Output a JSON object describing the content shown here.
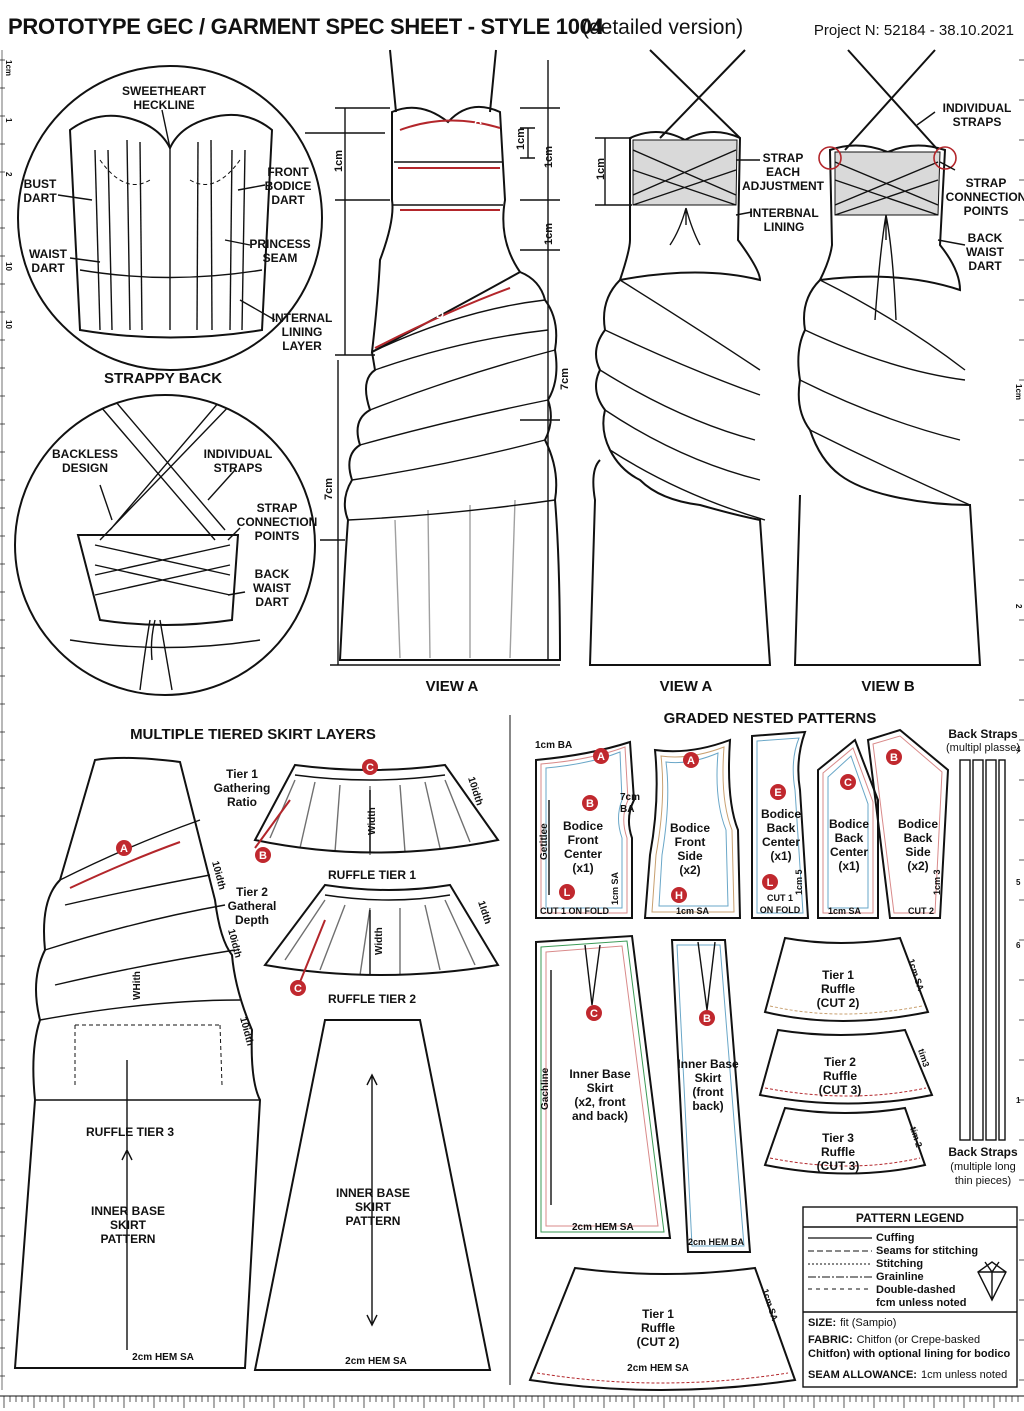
{
  "header": {
    "title_main": "PROTOTYPE GEC / GARMENT SPEC SHEET - STYLE 1004",
    "title_sub": "(detailed version)",
    "project": "Project N: 52184 - 38.10.2021"
  },
  "bodice_detail": {
    "sweetheart": [
      "SWEETHEART",
      "HECKLINE"
    ],
    "bust_dart": [
      "BUST",
      "DART"
    ],
    "front_bodice_dart": [
      "FRONT",
      "BODICE",
      "DART"
    ],
    "waist_dart": [
      "WAIST",
      "DART"
    ],
    "princess_seam": [
      "PRINCESS",
      "SEAM"
    ],
    "internal_lining": [
      "INTERNAL",
      "LINING",
      "LAYER"
    ]
  },
  "strappy_back": {
    "title": "STRAPPY BACK",
    "backless": [
      "BACKLESS",
      "DESIGN"
    ],
    "individual_straps": [
      "INDIVIDUAL",
      "STRAPS"
    ],
    "strap_connection": [
      "STRAP",
      "CONNECTION",
      "POINTS"
    ],
    "back_waist_dart": [
      "BACK",
      "WAIST",
      "DART"
    ]
  },
  "view_a_front": {
    "label": "VIEW A",
    "markers": [
      "A",
      "B",
      "C",
      "D"
    ],
    "dims": [
      "1cm",
      "1cm",
      "1cm",
      "1cm",
      "7cm",
      "7cm"
    ]
  },
  "view_a_back": {
    "label": "VIEW A",
    "strap_adjust": [
      "STRAP",
      "EACH",
      "ADJUSTMENT"
    ],
    "lining": [
      "INTERBNAL",
      "LINING"
    ],
    "dim": "1cm"
  },
  "view_b": {
    "label": "VIEW B",
    "individual_straps": [
      "INDIVIDUAL",
      "STRAPS"
    ],
    "strap_connection": [
      "STRAP",
      "CONNECTION",
      "POINTS"
    ],
    "back_waist_dart": [
      "BACK",
      "WAIST",
      "DART"
    ]
  },
  "tiered": {
    "title": "MULTIPLE TIERED SKIRT LAYERS",
    "tier1_gathering": [
      "Tier 1",
      "Gathering",
      "Ratio"
    ],
    "tier2_gathered": [
      "Tier 2",
      "Gatheral",
      "Depth"
    ],
    "ruffle_tier1": "RUFFLE TIER 1",
    "ruffle_tier2": "RUFFLE TIER 2",
    "ruffle_tier3": "RUFFLE TIER 3",
    "inner_base_1": [
      "INNER BASE",
      "SKIRT",
      "PATTERN"
    ],
    "inner_base_2": [
      "INNER BASE",
      "SKIRT",
      "PATTERN"
    ],
    "hem1": "2cm HEM SA",
    "hem2": "2cm HEM SA",
    "width": "Width",
    "width_rot": "WHith",
    "width2": "Width",
    "ruffle_w1": "10idth",
    "ruffle_w2": "1Idth",
    "skirt_w1": "10idth",
    "skirt_w2": "10idth",
    "skirt_w3": "10idth"
  },
  "graded": {
    "title": "GRADED NESTED PATTERNS",
    "p1": {
      "name": [
        "Bodice",
        "Front",
        "Center",
        "(x1)"
      ],
      "tag_top": "1cm BA",
      "tag_side": [
        "7cm",
        "BA"
      ],
      "grain": "Getitlee",
      "sa": "1cm SA",
      "cut": "CUT 1 ON FOLD"
    },
    "p2": {
      "name": [
        "Bodice",
        "Front",
        "Side",
        "(x2)"
      ],
      "sa": "1cm SA"
    },
    "p3": {
      "name": [
        "Bodice",
        "Back",
        "Center",
        "(x1)"
      ],
      "cut": [
        "CUT 1",
        "ON FOLD"
      ],
      "side": "1cm 5"
    },
    "p4": {
      "name": [
        "Bodice",
        "Back",
        "Center",
        "(x1)"
      ],
      "sa": "1cm SA"
    },
    "p5": {
      "name": [
        "Bodice",
        "Back",
        "Side",
        "(x2)"
      ],
      "cut": "CUT 2",
      "side": "1cm 3"
    },
    "inner_skirt_1": {
      "name": [
        "Inner Base",
        "Skirt",
        "(x2, front",
        "and back)"
      ],
      "grain": "Gachline",
      "hem": "2cm HEM SA"
    },
    "inner_skirt_2": {
      "name": [
        "Inner Base",
        "Skirt",
        "(front",
        "back)"
      ],
      "hem": "2cm HEM BA"
    },
    "tier1_small": {
      "name": [
        "Tier 1",
        "Ruffle",
        "(CUT 2)"
      ],
      "sa": "1cm SA"
    },
    "tier2_small": {
      "name": [
        "Tier 2",
        "Ruffle",
        "(CUT 3)"
      ],
      "sa": "tim3"
    },
    "tier3_small": {
      "name": [
        "Tier 3",
        "Ruffle",
        "(CUT 3)"
      ],
      "sa": "tim 2"
    },
    "tier1_big": {
      "name": [
        "Tier 1",
        "Ruffle",
        "(CUT 2)"
      ],
      "sa": "1cm SA",
      "hem": "2cm HEM SA"
    },
    "markers": [
      "A",
      "B",
      "C",
      "E",
      "L",
      "H"
    ]
  },
  "back_straps": {
    "top": [
      "Back Straps",
      "(multipl plasse)"
    ],
    "bottom": [
      "Back Straps",
      "(multiple long",
      "thin pieces)"
    ]
  },
  "legend": {
    "title": "PATTERN LEGEND",
    "items": [
      "Cuffing",
      "Seams for stitching",
      "Stitching",
      "Grainline",
      "Double-dashed",
      "fcm unless noted"
    ],
    "size_label": "SIZE:",
    "size_value": "fit (Sampio)",
    "fabric_label": "FABRIC:",
    "fabric_value_1": "Chitfon (or Crepe-basked",
    "fabric_value_2": "Chitfon) with optional lining for bodico",
    "seam_label": "SEAM ALLOWANCE:",
    "seam_value": "1cm unless noted"
  },
  "ruler": {
    "left": [
      "1cm",
      "1",
      "2",
      "10",
      "10"
    ],
    "right": [
      "1cm",
      "2",
      "4",
      "5",
      "6",
      "1"
    ]
  }
}
